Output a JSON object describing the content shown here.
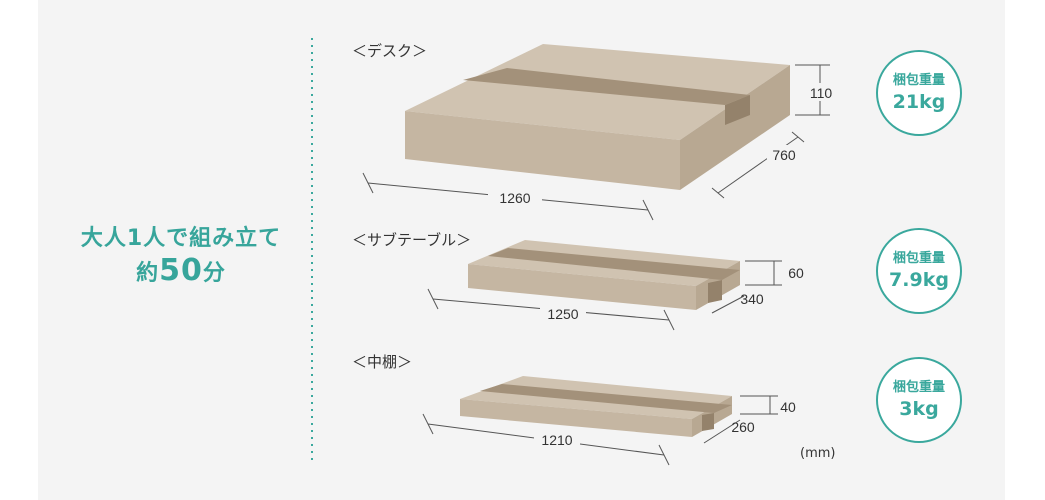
{
  "lead": {
    "line1": "大人1人で組み立て",
    "line2_prefix": "約",
    "line2_number": "50",
    "line2_suffix": "分"
  },
  "sections": [
    {
      "label": "＜デスク＞",
      "width": "1260",
      "depth": "760",
      "height": "110",
      "badge_title": "梱包重量",
      "badge_value": "21kg"
    },
    {
      "label": "＜サブテーブル＞",
      "width": "1250",
      "depth": "340",
      "height": "60",
      "badge_title": "梱包重量",
      "badge_value": "7.9kg"
    },
    {
      "label": "＜中棚＞",
      "width": "1210",
      "depth": "260",
      "height": "40",
      "badge_title": "梱包重量",
      "badge_value": "3kg"
    }
  ],
  "unit": "(mm)",
  "colors": {
    "accent": "#37a59b",
    "box_top": "#d0c3b1",
    "box_front": "#c5b6a2",
    "box_side": "#b8a892",
    "tape": "#a3917a",
    "background": "#f4f4f4"
  }
}
